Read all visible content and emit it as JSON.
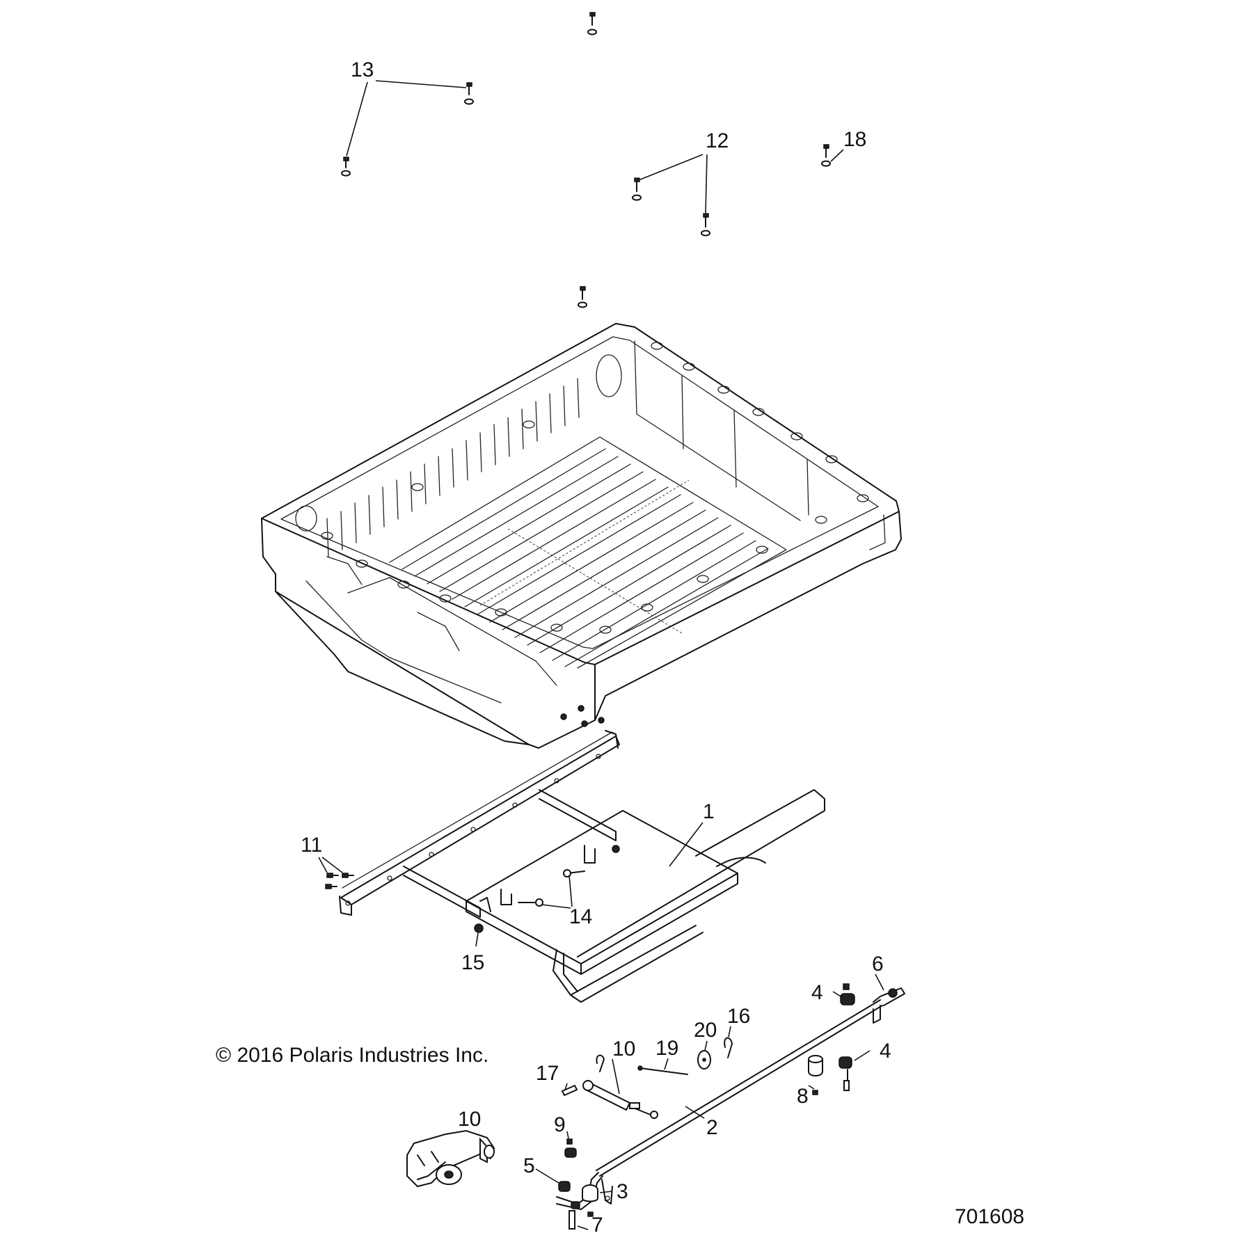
{
  "diagram": {
    "copyright": "© 2016 Polaris Industries Inc.",
    "drawing_number": "701608",
    "callouts": {
      "c13": "13",
      "c12": "12",
      "c18": "18",
      "c1": "1",
      "c11": "11",
      "c14": "14",
      "c15": "15",
      "c6": "6",
      "c4a": "4",
      "c4b": "4",
      "c16": "16",
      "c20": "20",
      "c19": "19",
      "c10a": "10",
      "c17": "17",
      "c8": "8",
      "c2": "2",
      "c10b": "10",
      "c9": "9",
      "c5": "5",
      "c3": "3",
      "c7": "7"
    }
  }
}
